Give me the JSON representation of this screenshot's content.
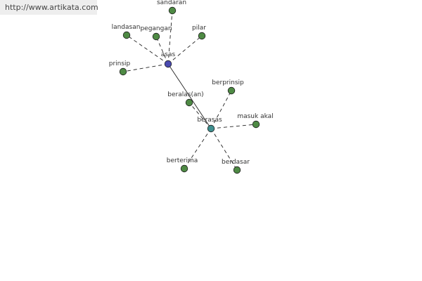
{
  "source": {
    "url_text": "http://www.artikata.com"
  },
  "colors": {
    "hub_primary": "#4a4ab0",
    "hub_secondary": "#3f8f8f",
    "leaf": "#4e8a44",
    "edge": "#222222"
  },
  "graph": {
    "nodes": [
      {
        "id": "asas",
        "label": "asas",
        "kind": "hub_primary"
      },
      {
        "id": "berasas",
        "label": "berasas",
        "kind": "hub_secondary"
      },
      {
        "id": "sandaran",
        "label": "sandaran",
        "kind": "leaf"
      },
      {
        "id": "landasan",
        "label": "landasan",
        "kind": "leaf"
      },
      {
        "id": "pegangan",
        "label": "pegangan",
        "kind": "leaf"
      },
      {
        "id": "pilar",
        "label": "pilar",
        "kind": "leaf"
      },
      {
        "id": "prinsip",
        "label": "prinsip",
        "kind": "leaf"
      },
      {
        "id": "beralas_an",
        "label": "beralas(an)",
        "kind": "leaf"
      },
      {
        "id": "berprinsip",
        "label": "berprinsip",
        "kind": "leaf"
      },
      {
        "id": "masuk_akal",
        "label": "masuk akal",
        "kind": "leaf"
      },
      {
        "id": "berterima",
        "label": "berterima",
        "kind": "leaf"
      },
      {
        "id": "berdasar",
        "label": "berdasar",
        "kind": "leaf"
      }
    ],
    "edges": [
      {
        "from": "asas",
        "to": "sandaran",
        "style": "dashed"
      },
      {
        "from": "asas",
        "to": "landasan",
        "style": "dashed"
      },
      {
        "from": "asas",
        "to": "pegangan",
        "style": "dashed"
      },
      {
        "from": "asas",
        "to": "pilar",
        "style": "dashed"
      },
      {
        "from": "asas",
        "to": "prinsip",
        "style": "dashed"
      },
      {
        "from": "asas",
        "to": "berasas",
        "style": "solid"
      },
      {
        "from": "berasas",
        "to": "beralas_an",
        "style": "dashed"
      },
      {
        "from": "berasas",
        "to": "berprinsip",
        "style": "dashed"
      },
      {
        "from": "berasas",
        "to": "masuk_akal",
        "style": "dashed"
      },
      {
        "from": "berasas",
        "to": "berterima",
        "style": "dashed"
      },
      {
        "from": "berasas",
        "to": "berdasar",
        "style": "dashed"
      }
    ]
  }
}
